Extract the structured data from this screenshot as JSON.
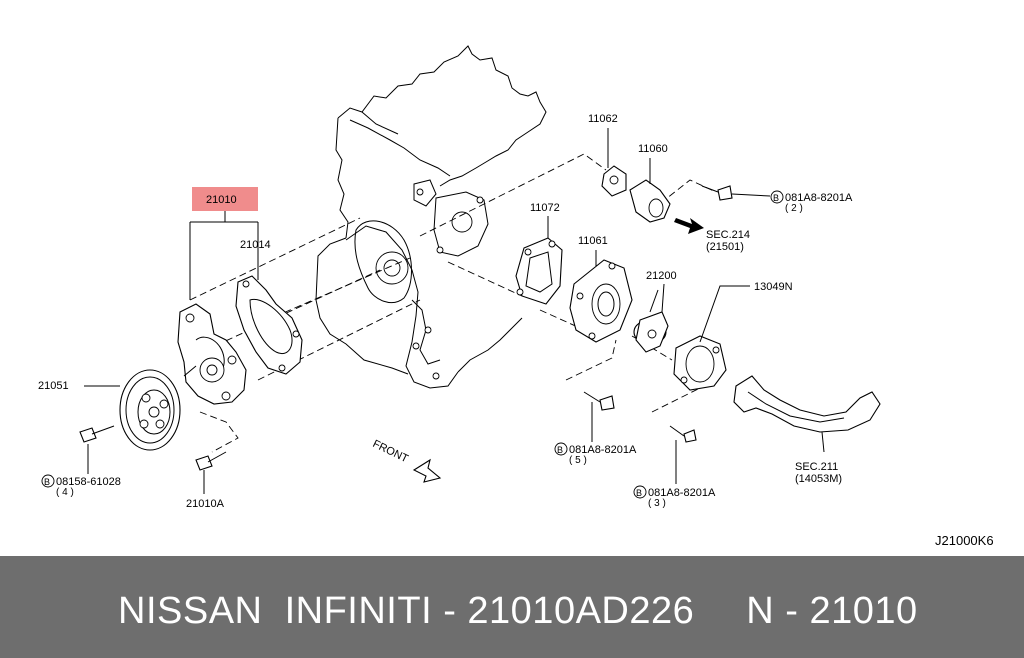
{
  "diagram": {
    "ref_code": "J21000K6",
    "front_label": "FRONT",
    "highlight_color": "#f08c8c",
    "callouts": {
      "p21010": "21010",
      "p21014": "21014",
      "p21051": "21051",
      "p21010A": "21010A",
      "p11072": "11072",
      "p11061": "11061",
      "p11062": "11062",
      "p11060": "11060",
      "p21200": "21200",
      "p13049N": "13049N",
      "bolt_a_code": "081A8-8201A",
      "bolt_a_qty": "( 2 )",
      "bolt_b_code": "081A8-8201A",
      "bolt_b_qty": "( 5 )",
      "bolt_c_code": "081A8-8201A",
      "bolt_c_qty": "( 3 )",
      "bolt_d_code": "08158-61028",
      "bolt_d_qty": "( 4 )",
      "bolt_symbol": "B",
      "sec214": "SEC.214",
      "sec214_sub": "(21501)",
      "sec211": "SEC.211",
      "sec211_sub": "(14053M)"
    }
  },
  "footer": {
    "brand": "NISSAN  INFINITI - 21010AD226",
    "ref": "N - 21010",
    "bg_color": "#6e6e6e"
  }
}
